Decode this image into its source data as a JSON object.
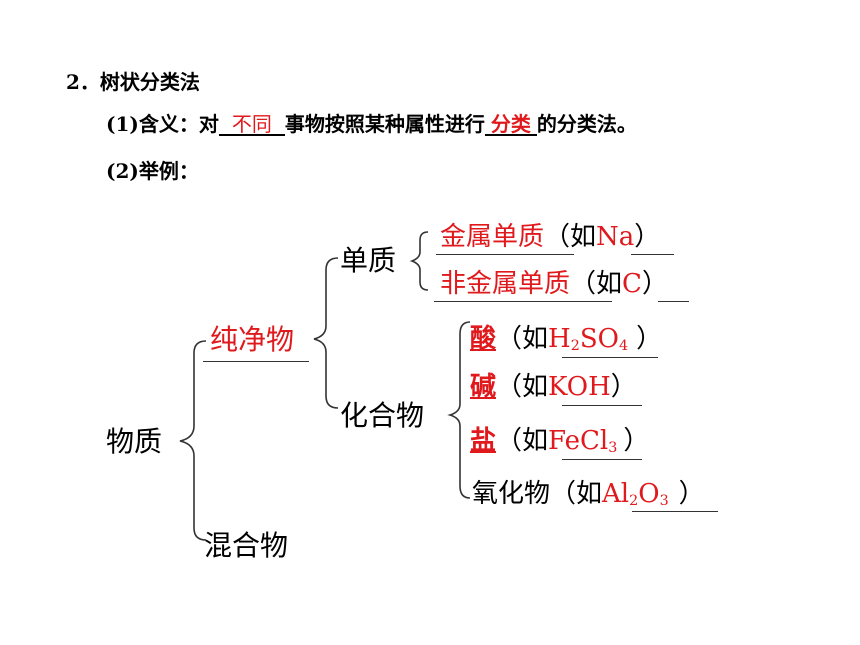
{
  "colors": {
    "answer": "#e0191d",
    "text": "#000000"
  },
  "heading": {
    "number": "2．",
    "title": "树状分类法"
  },
  "definition": {
    "prefix": "(1)含义：对",
    "blank1": "不同",
    "middle": "事物按照某种属性进行",
    "blank2": "分类",
    "suffix": "的分类法。"
  },
  "example_label": "(2)举例：",
  "tree": {
    "root": "物质",
    "pure": "纯净物",
    "mixture": "混合物",
    "element": "单质",
    "compound": "化合物",
    "metal": {
      "name": "金属单质",
      "open": "（如",
      "ex": "Na",
      "close": "）"
    },
    "nonmetal": {
      "name": "非金属单质",
      "open": "（如",
      "ex": "C",
      "close": "）"
    },
    "acid": {
      "name": "酸",
      "open": "（如",
      "ex_a": "H",
      "sub1": "2",
      "ex_b": "SO",
      "sub2": "4",
      "close": "）"
    },
    "base": {
      "name": "碱",
      "open": "（如",
      "ex": "KOH",
      "close": "）"
    },
    "salt": {
      "name": "盐",
      "open": "（如",
      "ex_a": "FeCl",
      "sub1": "3",
      "close": "）"
    },
    "oxide": {
      "name": "氧化物",
      "open": "（如",
      "ex_a": "Al",
      "sub1": "2",
      "ex_b": "O",
      "sub2": "3",
      "close": "）"
    }
  }
}
